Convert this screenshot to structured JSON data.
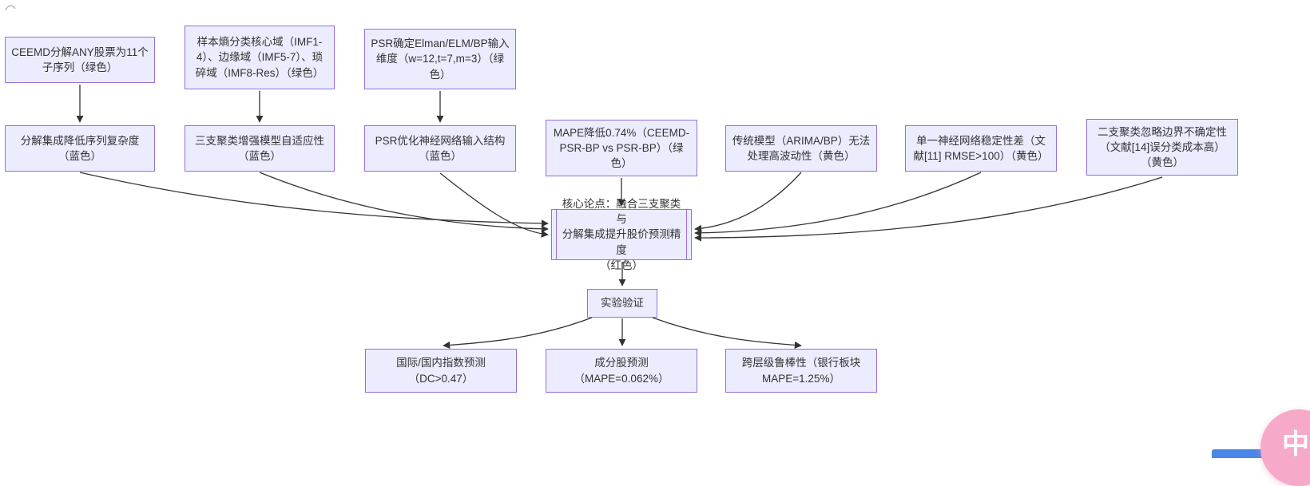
{
  "theme": {
    "node_fill": "#ECECFF",
    "node_border": "#9370DB",
    "text_color": "#333333",
    "arrow_color": "#333333",
    "translate_button_color": "#f7a9c9",
    "partial_blue_color": "#4a86e8"
  },
  "nodes": {
    "r1b1": "CEEMD分解ANY股票为11个\n子序列（绿色）",
    "r1b2": "样本熵分类核心域（IMF1-\n4）、边缘域（IMF5-7）、琐\n碎域（IMF8-Res）（绿色）",
    "r1b3": "PSR确定Elman/ELM/BP输入\n维度（w=12,t=7,m=3）（绿\n色）",
    "r2b1": "分解集成降低序列复杂度\n（蓝色）",
    "r2b2": "三支聚类增强模型自适应性\n（蓝色）",
    "r2b3": "PSR优化神经网络输入结构\n（蓝色）",
    "r2b4": "MAPE降低0.74%（CEEMD-\nPSR-BP vs PSR-BP）（绿\n色）",
    "r2b5": "传统模型（ARIMA/BP）无法\n处理高波动性（黄色）",
    "r2b6": "单一神经网络稳定性差（文\n献[11] RMSE>100）（黄色）",
    "r2b7": "二支聚类忽略边界不确定性\n（文献[14]误分类成本高）\n（黄色）",
    "core": "核心论点：融合三支聚类与\n分解集成提升股价预测精度\n（红色）",
    "exp": "实验验证",
    "bb1": "国际/国内指数预测\n（DC>0.47）",
    "bb2": "成分股预测\n（MAPE=0.062%）",
    "bb3": "跨层级鲁棒性（银行板块\nMAPE=1.25%）"
  },
  "floating": {
    "translate_button_label": "中A"
  }
}
